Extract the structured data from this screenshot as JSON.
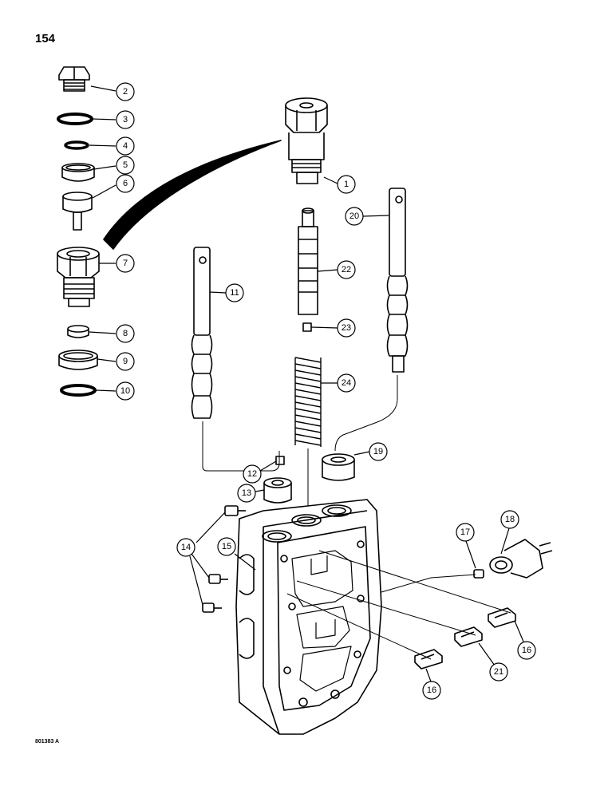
{
  "page": {
    "number": "154",
    "figure_code": "801383 A"
  },
  "callouts": [
    "2",
    "3",
    "4",
    "5",
    "6",
    "7",
    "8",
    "9",
    "10",
    "1",
    "20",
    "22",
    "11",
    "23",
    "24",
    "19",
    "12",
    "13",
    "14",
    "15",
    "17",
    "18",
    "16",
    "21",
    "16"
  ],
  "colors": {
    "ink": "#000000",
    "paper": "#ffffff"
  }
}
